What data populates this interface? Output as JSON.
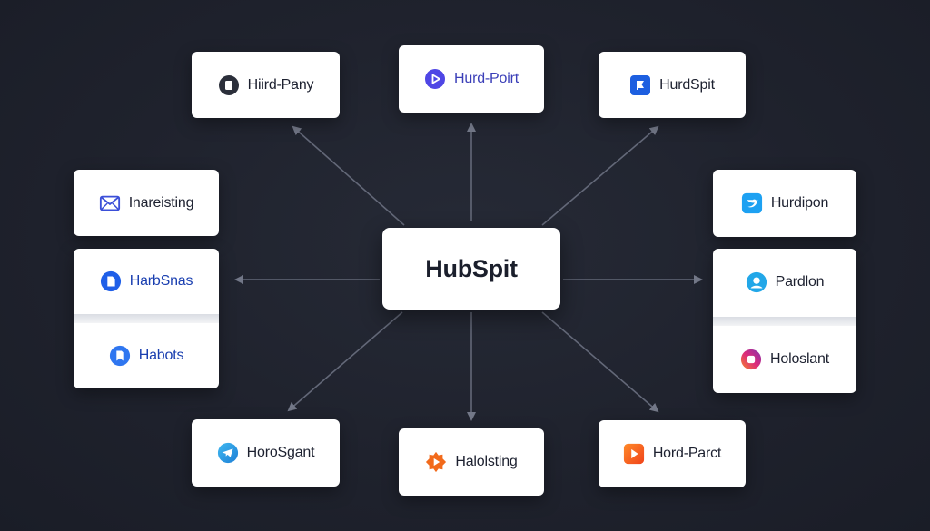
{
  "hub": {
    "label": "HubSpit"
  },
  "nodes": {
    "top_left": {
      "label": "Hiird-Pany",
      "icon": "rounded-square-icon",
      "color": "#2b2f3a"
    },
    "top_center": {
      "label": "Hurd-Poirt",
      "icon": "play-circle-icon",
      "color": "#4f46e5"
    },
    "top_right": {
      "label": "HurdSpit",
      "icon": "flag-square-icon",
      "color": "#1d5fe0"
    },
    "mid_left_top": {
      "label": "Inareisting",
      "icon": "mail-icon",
      "color": "#3b4fd8"
    },
    "mid_left_stack": [
      {
        "label": "HarbSnas",
        "icon": "document-circle-icon",
        "color": "#1f5fe8"
      },
      {
        "label": "Habots",
        "icon": "bookmark-circle-icon",
        "color": "#2f76f0"
      }
    ],
    "mid_right_top": {
      "label": "Hurdipon",
      "icon": "twitter-square-icon",
      "color": "#1da1f2"
    },
    "mid_right_stack": [
      {
        "label": "Pardlon",
        "icon": "user-circle-icon",
        "color": "#22a7e8"
      },
      {
        "label": "Holoslant",
        "icon": "instagram-icon",
        "color": "#d62976"
      }
    ],
    "bottom_left": {
      "label": "HoroSgant",
      "icon": "telegram-icon",
      "color": "#2aa0e6"
    },
    "bottom_center": {
      "label": "Halolsting",
      "icon": "sun-play-icon",
      "color": "#f26a1b"
    },
    "bottom_right": {
      "label": "Hord-Parct",
      "icon": "play-square-icon",
      "color": "#f2541b"
    }
  },
  "colors": {
    "background": "#1f222d",
    "connector": "#6b7080",
    "card": "#ffffff",
    "text": "#1d2130"
  }
}
